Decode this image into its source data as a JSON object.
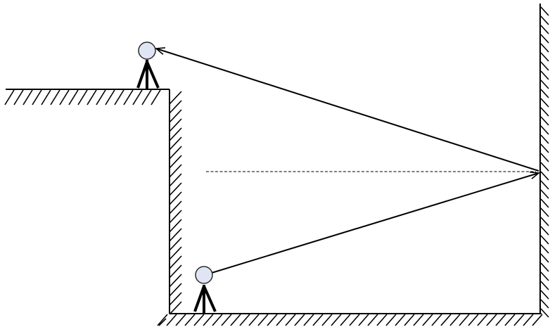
{
  "colors": {
    "background": "#ffffff",
    "line": "#000000",
    "target_fill": "#dfe5f3",
    "target_stroke": "#2b2b2b"
  },
  "elements": {
    "hatch": "hatched-surface",
    "target": "circle-on-tripod",
    "ray_style": "solid-with-arrowhead",
    "normal_style": "dashed"
  }
}
